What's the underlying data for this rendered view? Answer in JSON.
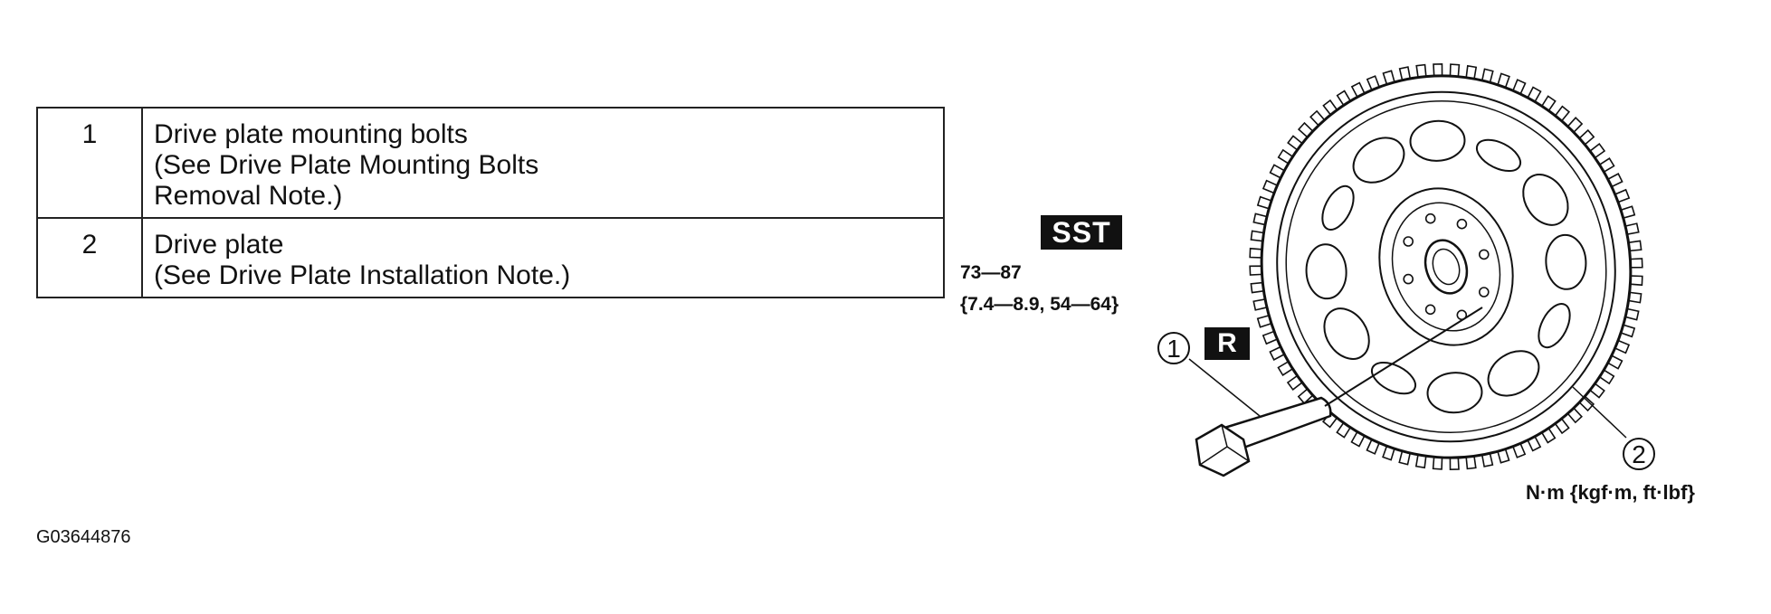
{
  "parts_table": {
    "rows": [
      {
        "number": "1",
        "lines": [
          "Drive plate mounting bolts",
          "(See  Drive Plate Mounting Bolts",
          "Removal Note.)"
        ]
      },
      {
        "number": "2",
        "lines": [
          "Drive plate",
          "(See  Drive Plate Installation Note.)"
        ]
      }
    ]
  },
  "diagram": {
    "sst_label": "SST",
    "torque_value": "73—87",
    "torque_alt_units": "{7.4—8.9, 54—64}",
    "replace_label": "R",
    "callout_bolt": "1",
    "callout_plate": "2",
    "units_note": "N·m {kgf·m, ft·lbf}",
    "figure_id": "G03644876"
  }
}
